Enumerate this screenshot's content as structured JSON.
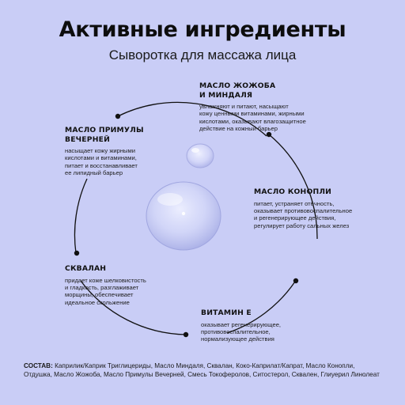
{
  "header": {
    "title": "Активные ингредиенты",
    "subtitle": "Сыворотка для массажа лица"
  },
  "ingredients": [
    {
      "name": "МАСЛО ЖОЖОБА\nИ МИНДАЛЯ",
      "description": "увлажняют и питают, насыщают\nкожу ценными витаминами, жирными\nкислотами, оказывают влагозащитное\nдействие на кожный барьер"
    },
    {
      "name": "МАСЛО ПРИМУЛЫ\nВЕЧЕРНЕЙ",
      "description": "насыщает кожу жирными\nкислотами и витаминами,\nпитает и восстанавливает\nее липидный барьер"
    },
    {
      "name": "МАСЛО КОНОПЛИ",
      "description": "питает, устраняет отёчность,\nоказывает противовоспалительное\nи регенерирующее действия,\nрегулирует работу сальных желез"
    },
    {
      "name": "СКВАЛАН",
      "description": "придает коже шелковистость\nи гладкость, разглаживает\nморщины, обеспечивает\nидеальное скольжение"
    },
    {
      "name": "ВИТАМИН Е",
      "description": "оказывает регенерирующее,\nпротивовоспалительное,\nнормализующее действия"
    }
  ],
  "composition": {
    "label": "СОСТАВ:",
    "text": " Каприлик/Каприк Триглицериды, Масло Миндаля, Сквалан, Коко-Каприлат/Капрат, Масло Конопли, Отдушка, Масло Жожоба, Масло Примулы Вечерней, Смесь Токоферолов, Ситостерол, Сквален, Глиуерил Линолеат"
  },
  "colors": {
    "background": "#c9cdf6",
    "text": "#111111",
    "ring": "#111111"
  },
  "icons": {
    "small_drop": "serum-drop-small-icon",
    "large_drop": "serum-drop-large-icon"
  }
}
